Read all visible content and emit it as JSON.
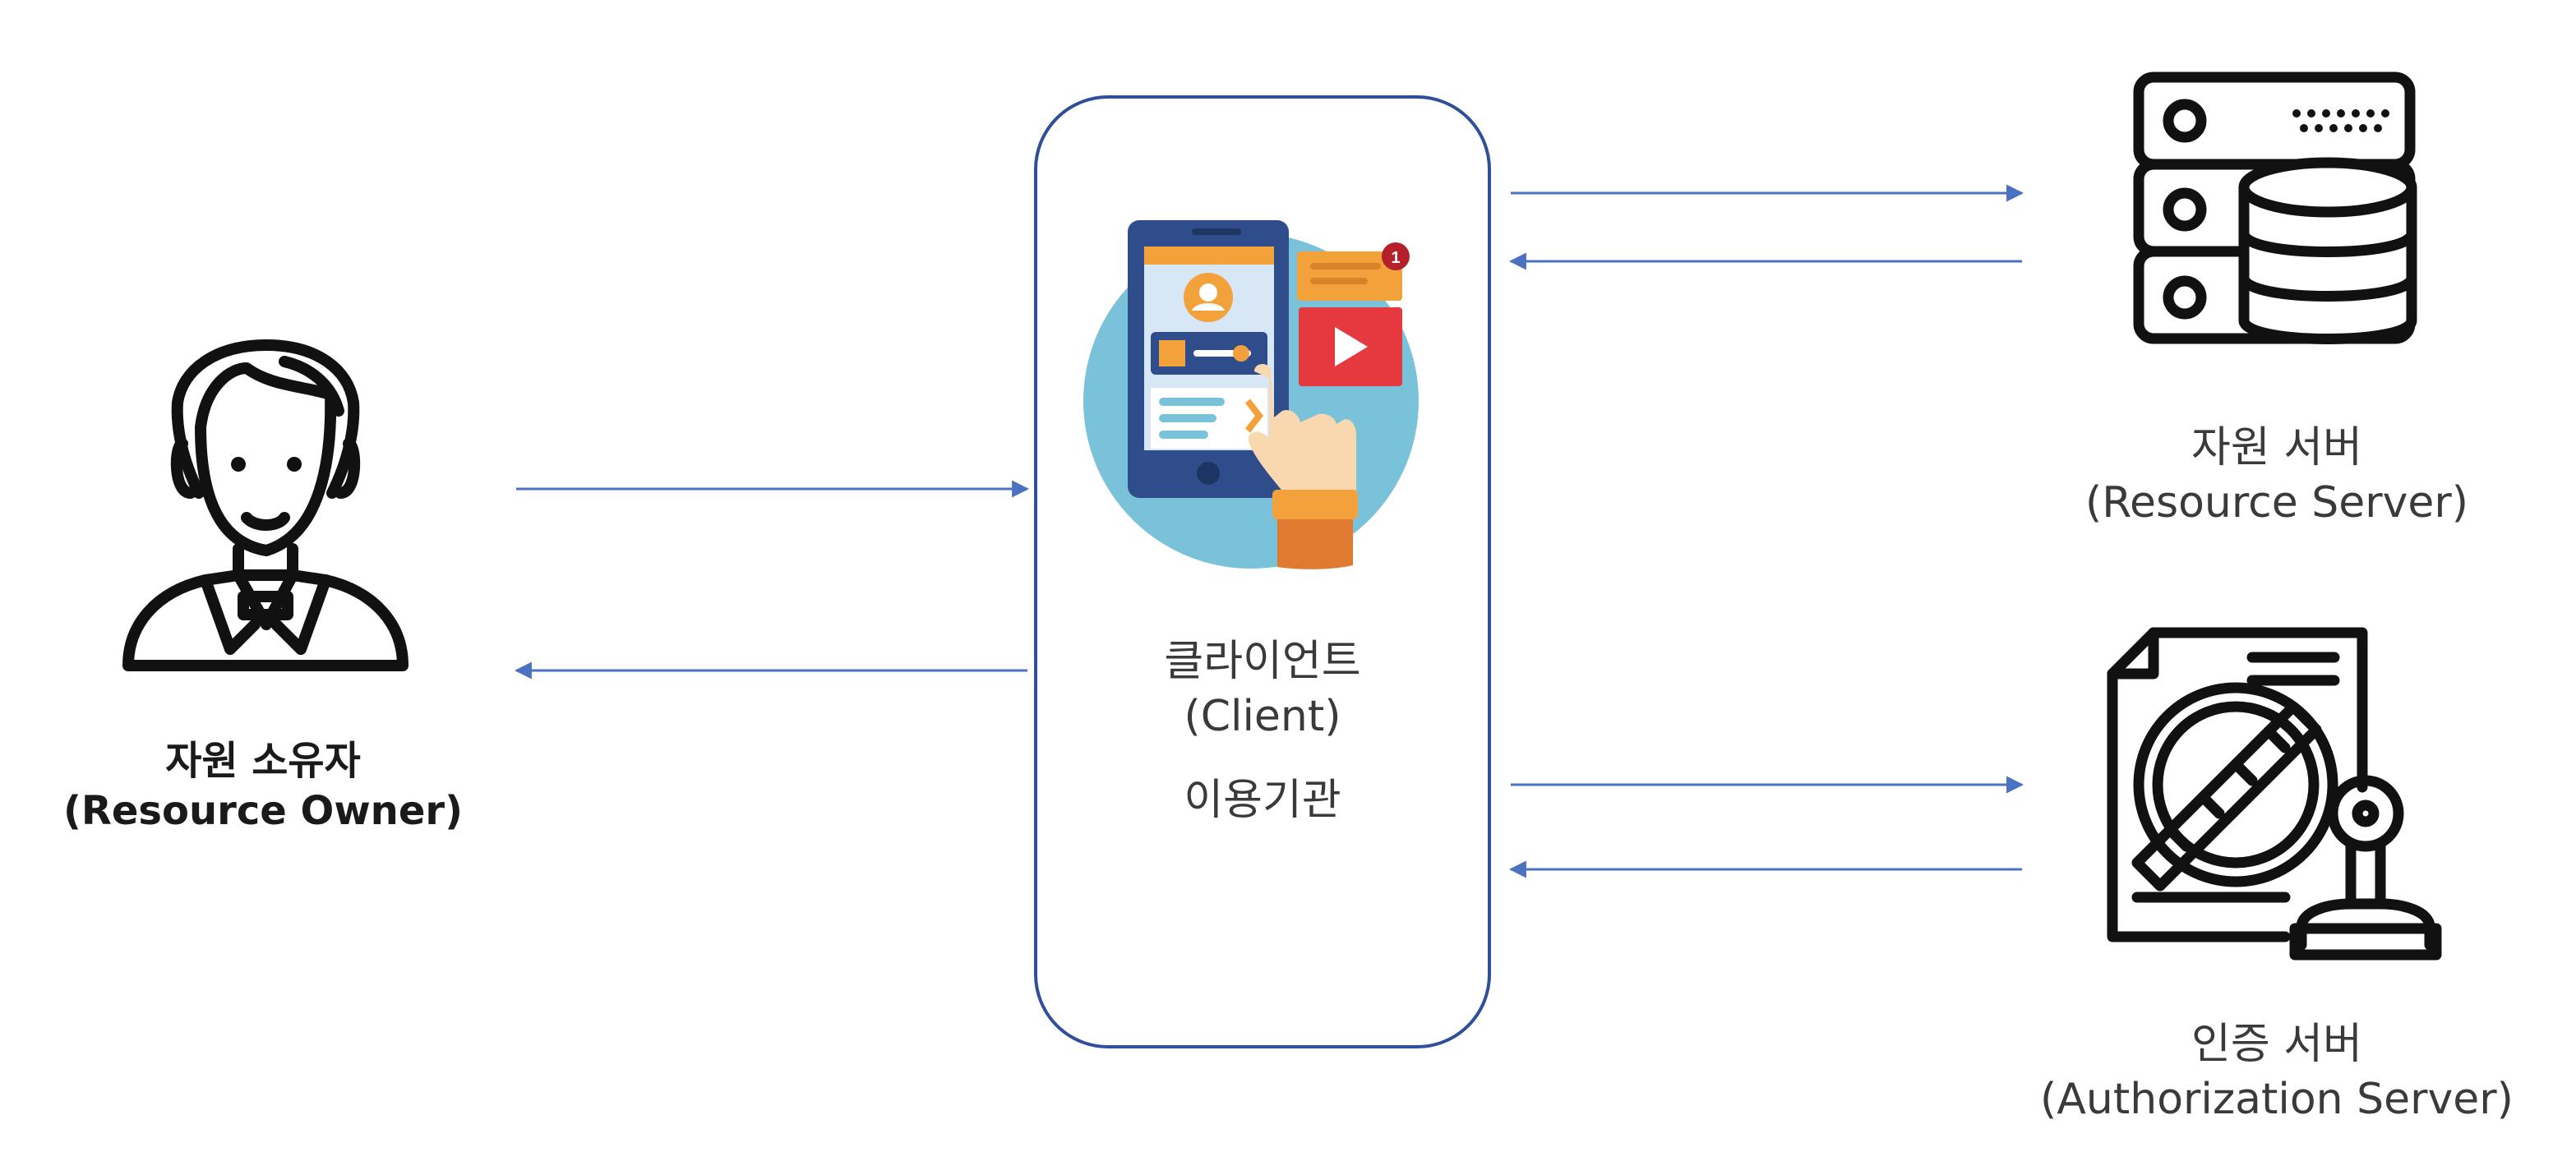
{
  "owner": {
    "title": "자원 소유자",
    "subtitle": "(Resource Owner)",
    "icon": "person-icon"
  },
  "client": {
    "title": "클라이언트",
    "subtitle": "(Client)",
    "caption": "이용기관",
    "icon": "smartphone-app-icon"
  },
  "resource_server": {
    "title": "자원 서버",
    "subtitle": "(Resource Server)",
    "icon": "server-database-icon"
  },
  "auth_server": {
    "title": "인증 서버",
    "subtitle": "(Authorization Server)",
    "icon": "certificate-stamp-icon"
  },
  "colors": {
    "arrow": "#4a72c0",
    "box_border": "#2f4f9a",
    "phone_circle": "#79c2d9"
  }
}
